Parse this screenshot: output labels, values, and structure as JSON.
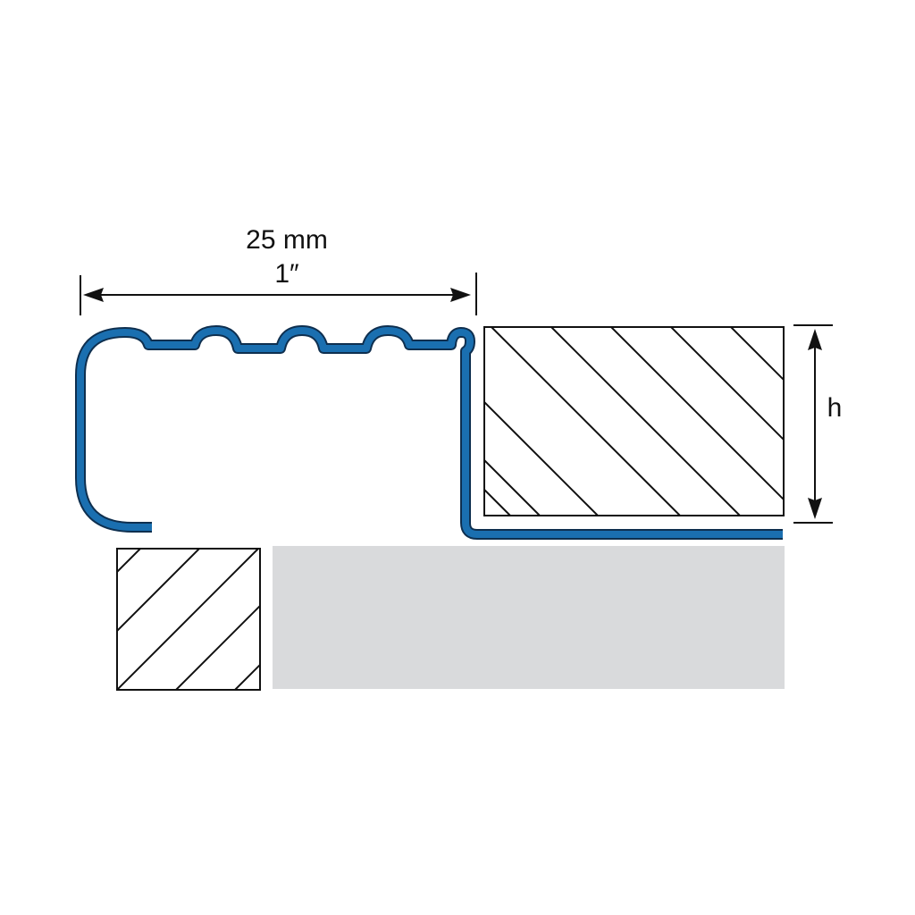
{
  "dimensions": {
    "width_metric": "25 mm",
    "width_imperial": "1″",
    "height_label": "h"
  },
  "colors": {
    "profile": "#1a6fb0",
    "profile_outline": "#0e2f4f",
    "substrate": "#d9dadc",
    "hatch": "#111111"
  }
}
